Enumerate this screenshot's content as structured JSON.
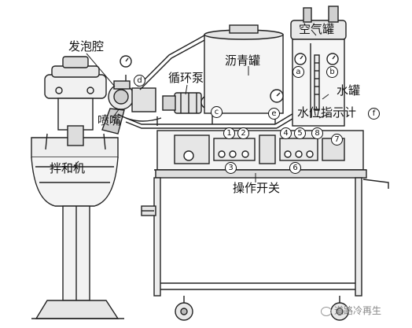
{
  "labels": {
    "foam_chamber": "发泡腔",
    "nozzle": "喷嘴",
    "circulation_pump": "循环泵",
    "asphalt_tank": "沥青罐",
    "air_tank": "空气罐",
    "water_tank": "水罐",
    "water_level_indicator": "水位指示计",
    "mixer": "拌和机",
    "operating_switches": "操作开关"
  },
  "markers": {
    "a": "a",
    "b": "b",
    "c": "c",
    "d": "d",
    "e": "e",
    "f": "f",
    "n1": "1",
    "n2": "2",
    "n3": "3",
    "n4": "4",
    "n5": "5",
    "n6": "6",
    "n7": "7",
    "n8": "8"
  },
  "watermark": "道路冷再生"
}
